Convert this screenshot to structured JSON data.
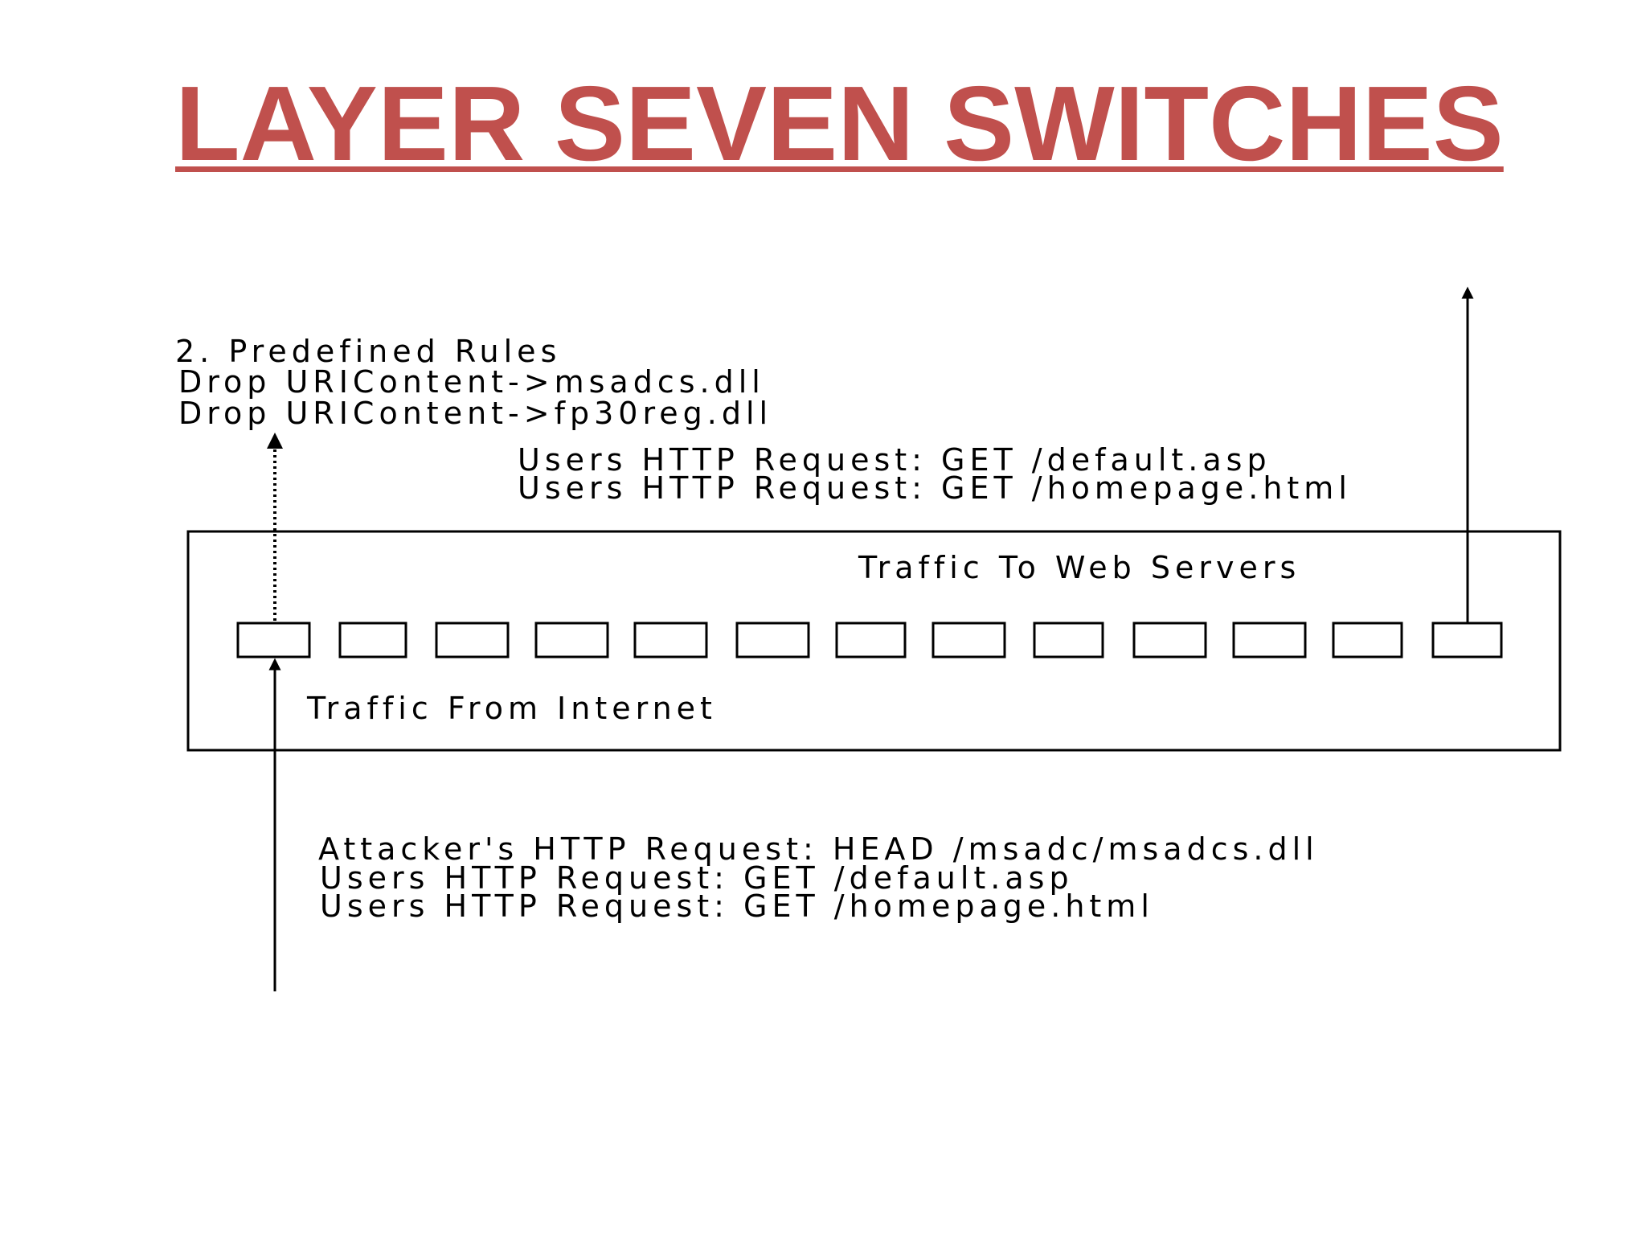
{
  "slide": {
    "title": "LAYER SEVEN SWITCHES",
    "title_color": "#c0504d"
  },
  "diagram": {
    "rules": {
      "heading": "2. Predefined Rules",
      "lines": [
        "Drop URIContent->msadcs.dll",
        "Drop URIContent->fp30reg.dll"
      ]
    },
    "outbound_requests": [
      "Users HTTP Request: GET /default.asp",
      "Users HTTP Request: GET /homepage.html"
    ],
    "switch": {
      "label_top": "Traffic To Web Servers",
      "label_bottom": "Traffic From Internet",
      "port_count": 13
    },
    "inbound_requests": [
      "Attacker's HTTP Request: HEAD /msadc/msadcs.dll",
      "Users HTTP Request: GET /default.asp",
      "Users HTTP Request: GET /homepage.html"
    ]
  }
}
